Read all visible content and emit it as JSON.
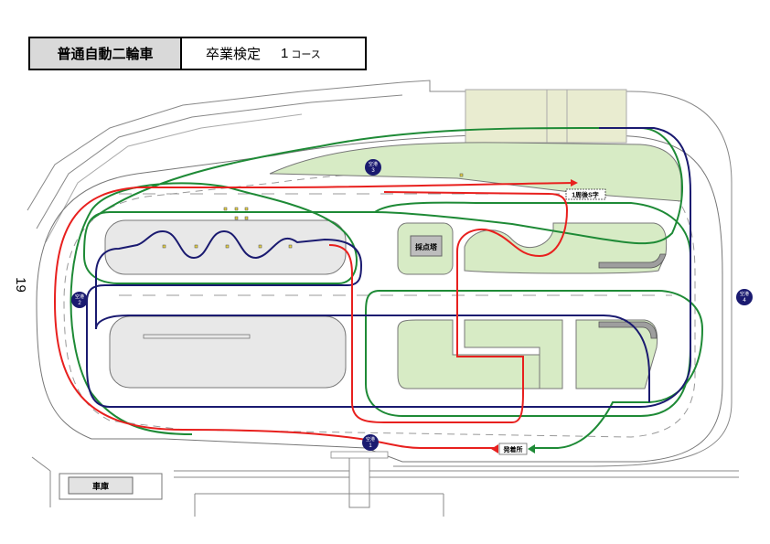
{
  "header": {
    "category": "普通自動二輪車",
    "title": "卒業検定",
    "course_number": "1",
    "course_unit": "コース"
  },
  "labels": {
    "scoring_tower": "採点塔",
    "start_point": "発着所",
    "garage": "車庫",
    "lap_note": "1周後S字"
  },
  "markers": [
    {
      "line1": "空港",
      "line2": "1"
    },
    {
      "line1": "空港",
      "line2": "2"
    },
    {
      "line1": "空港",
      "line2": "3"
    },
    {
      "line1": "空港",
      "line2": "4"
    }
  ],
  "page_number": "19",
  "colors": {
    "route_red": "#e8201e",
    "route_green": "#1e8a36",
    "route_blue": "#1a1a70",
    "grass": "#d7ebc5",
    "island": "#e8e8e8",
    "marker": "#1a1a70"
  }
}
